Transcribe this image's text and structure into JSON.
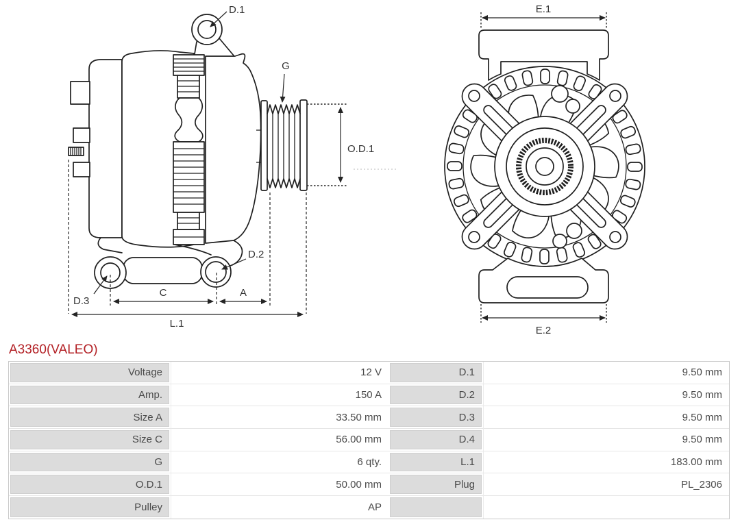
{
  "title": "A3360(VALEO)",
  "colors": {
    "title": "#b32025",
    "line": "#1f1f1f",
    "label_cell_bg": "#dcdcdc"
  },
  "diagram": {
    "side_view": {
      "d1": "D.1",
      "g": "G",
      "od1": "O.D.1",
      "d2": "D.2",
      "d3": "D.3",
      "c": "C",
      "a": "A",
      "l1": "L.1"
    },
    "front_view": {
      "e1": "E.1",
      "e2": "E.2"
    }
  },
  "table": {
    "rows": [
      {
        "label1": "Voltage",
        "value1": "12 V",
        "label2": "D.1",
        "value2": "9.50 mm"
      },
      {
        "label1": "Amp.",
        "value1": "150 A",
        "label2": "D.2",
        "value2": "9.50 mm"
      },
      {
        "label1": "Size A",
        "value1": "33.50 mm",
        "label2": "D.3",
        "value2": "9.50 mm"
      },
      {
        "label1": "Size C",
        "value1": "56.00 mm",
        "label2": "D.4",
        "value2": "9.50 mm"
      },
      {
        "label1": "G",
        "value1": "6 qty.",
        "label2": "L.1",
        "value2": "183.00 mm"
      },
      {
        "label1": "O.D.1",
        "value1": "50.00 mm",
        "label2": "Plug",
        "value2": "PL_2306"
      },
      {
        "label1": "Pulley",
        "value1": "AP",
        "label2": "",
        "value2": ""
      }
    ]
  }
}
